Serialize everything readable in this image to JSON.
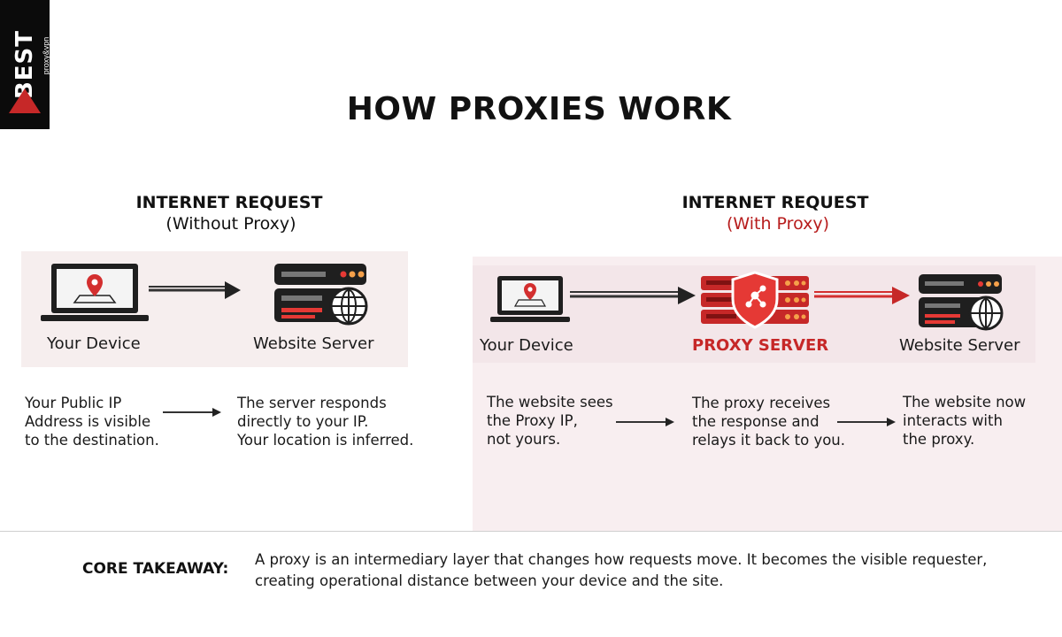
{
  "brand": {
    "name": "BEST",
    "tagline": "proxy&vpn"
  },
  "title": "HOW PROXIES WORK",
  "without_proxy": {
    "heading": "INTERNET REQUEST",
    "subheading": "(Without Proxy)",
    "nodes": {
      "device": "Your Device",
      "server": "Website Server"
    },
    "descriptions": [
      "Your Public IP\nAddress is visible\nto the destination.",
      "The server responds\ndirectly to your IP.\nYour location is inferred."
    ]
  },
  "with_proxy": {
    "heading": "INTERNET REQUEST",
    "subheading": "(With Proxy)",
    "nodes": {
      "device": "Your Device",
      "proxy": "PROXY SERVER",
      "server": "Website Server"
    },
    "descriptions": [
      "The website sees\nthe Proxy IP,\nnot yours.",
      "The proxy receives\nthe response and\nrelays it back to you.",
      "The website now\ninteracts with\nthe proxy."
    ]
  },
  "takeaway": {
    "label": "CORE TAKEAWAY:",
    "text": "A proxy is an intermediary layer that changes how requests move. It becomes the visible requester, creating operational distance between your device and the site."
  },
  "colors": {
    "accent": "#c62828",
    "dark": "#1f1f1f",
    "panel": "#f6eeee"
  }
}
